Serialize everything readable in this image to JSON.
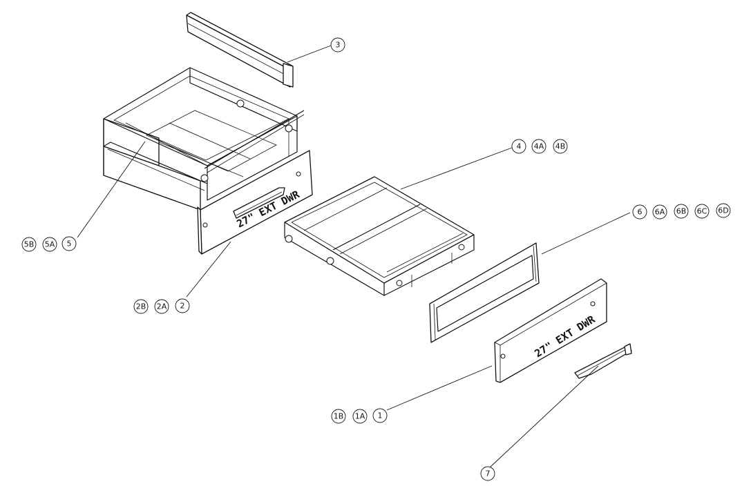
{
  "labels": {
    "rail": [
      "3"
    ],
    "drawer_liner": [
      "4",
      "4A",
      "4B"
    ],
    "gasket": [
      "6",
      "6A",
      "6B",
      "6C",
      "6D"
    ],
    "housing": [
      "5B",
      "5A",
      "5"
    ],
    "housing_front": [
      "2B",
      "2A",
      "2"
    ],
    "front_panel": [
      "1B",
      "1A",
      "1"
    ],
    "handle": [
      "7"
    ]
  },
  "stencil_text": {
    "housing_front": "27\" EXT DWR",
    "front_panel": "27\" EXT DWR"
  }
}
